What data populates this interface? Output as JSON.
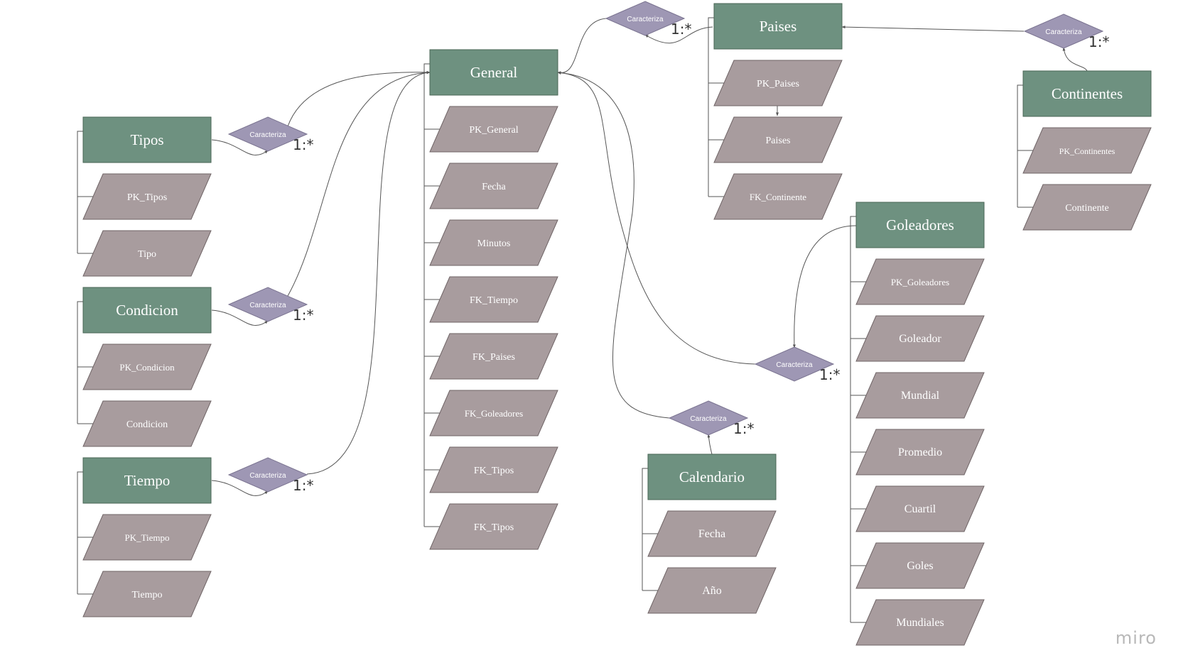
{
  "colors": {
    "entity_fill": "#6e9180",
    "entity_stroke": "#4a6656",
    "attribute_fill": "#a89c9e",
    "attribute_stroke": "#6f6466",
    "relationship_fill": "#9e97b4",
    "relationship_stroke": "#7a7390",
    "line": "#555555",
    "cardinality_text": "#333333",
    "watermark": "#b8b8b8"
  },
  "entities": [
    {
      "id": "general",
      "label": "General",
      "attributes": [
        "PK_General",
        "Fecha",
        "Minutos",
        "FK_Tiempo",
        "FK_Paises",
        "FK_Goleadores",
        "FK_Tipos",
        "FK_Tipos"
      ]
    },
    {
      "id": "tipos",
      "label": "Tipos",
      "attributes": [
        "PK_Tipos",
        "Tipo"
      ]
    },
    {
      "id": "condicion",
      "label": "Condicion",
      "attributes": [
        "PK_Condicion",
        "Condicion"
      ]
    },
    {
      "id": "tiempo",
      "label": "Tiempo",
      "attributes": [
        "PK_Tiempo",
        "Tiempo"
      ]
    },
    {
      "id": "paises",
      "label": "Paises",
      "attributes": [
        "PK_Paises",
        "Paises",
        "FK_Continente"
      ]
    },
    {
      "id": "continentes",
      "label": "Continentes",
      "attributes": [
        "PK_Continentes",
        "Continente"
      ]
    },
    {
      "id": "goleadores",
      "label": "Goleadores",
      "attributes": [
        "PK_Goleadores",
        "Goleador",
        "Mundial",
        "Promedio",
        "Cuartil",
        "Goles",
        "Mundiales"
      ]
    },
    {
      "id": "calendario",
      "label": "Calendario",
      "attributes": [
        "Fecha",
        "Año"
      ]
    }
  ],
  "relationships": [
    {
      "id": "rel-tipos",
      "label": "Caracteriza",
      "cardinality": "1:*",
      "from": "tipos",
      "to": "general"
    },
    {
      "id": "rel-condicion",
      "label": "Caracteriza",
      "cardinality": "1:*",
      "from": "condicion",
      "to": "general"
    },
    {
      "id": "rel-tiempo",
      "label": "Caracteriza",
      "cardinality": "1:*",
      "from": "tiempo",
      "to": "general"
    },
    {
      "id": "rel-paises",
      "label": "Caracteriza",
      "cardinality": "1:*",
      "from": "paises",
      "to": "general"
    },
    {
      "id": "rel-continentes",
      "label": "Caracteriza",
      "cardinality": "1:*",
      "from": "continentes",
      "to": "paises"
    },
    {
      "id": "rel-goleadores",
      "label": "Caracteriza",
      "cardinality": "1:*",
      "from": "goleadores",
      "to": "general"
    },
    {
      "id": "rel-calendario",
      "label": "Caracteriza",
      "cardinality": "1:*",
      "from": "calendario",
      "to": "general"
    }
  ],
  "watermark": "miro"
}
